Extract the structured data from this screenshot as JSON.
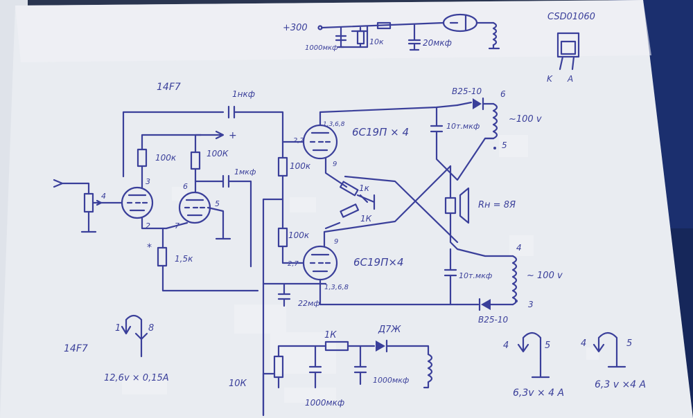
{
  "labels": {
    "supply": "+300",
    "cap_1000_top": "1000мкф",
    "res_10k_top": "10к",
    "cap_20": "20мкф",
    "diode_part": "CSD01060",
    "pin_k": "K",
    "pin_a": "A",
    "tube_14f7": "14F7",
    "cap_1nf_a": "1нкф",
    "cap_1nf_b": "1мкф",
    "plus": "+",
    "r100k_a": "100к",
    "r100k_b": "100К",
    "r100k_c": "100к",
    "r100k_d": "100к",
    "pin4": "4",
    "pin3": "3",
    "pin2": "2",
    "pin6": "6",
    "pin7": "7",
    "pin5": "5",
    "star": "*",
    "r1_5k": "1,5к",
    "pins_27_a": "2,7",
    "pins_27_b": "2,7",
    "pins_1368_a": "1,3,6,8",
    "pins_1368_b": "1,3,6,8",
    "pin9_a": "9",
    "pin9_b": "9",
    "tube_top": "6С19П × 4",
    "tube_bot": "6С19П×4",
    "r1k_a": "1к",
    "r1k_b": "1К",
    "diode_top": "В25-10",
    "diode_bot": "В25-10",
    "cap10_top": "10т.мкф",
    "cap10_bot": "10т.мкф",
    "volt_top": "~100 v",
    "volt_bot": "~ 100 v",
    "wind_6": "6",
    "wind_5": "5",
    "wind_4": "4",
    "wind_3": "3",
    "load": "Rн = 8Я",
    "cap22": "22мф",
    "r1k_supply": "1К",
    "zener": "Д7Ж",
    "cap1000_a": "1000мкф",
    "cap1000_b": "1000мкф",
    "pot10k": "10К",
    "heater_pin1": "1",
    "heater_pin8": "8",
    "heater_tube": "14F7",
    "heater_spec": "12,6v × 0,15A",
    "h1_pin4": "4",
    "h1_pin5": "5",
    "h1_spec": "6,3v × 4 A",
    "h2_pin4": "4",
    "h2_pin5": "5",
    "h2_spec": "6,3 v ×4 A"
  }
}
